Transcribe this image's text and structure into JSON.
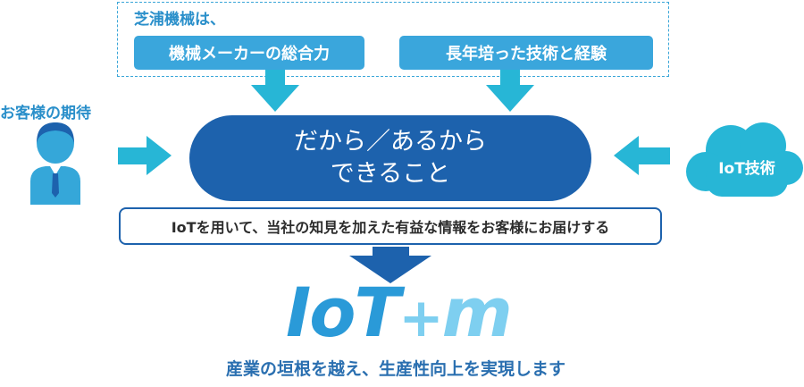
{
  "intro": "芝浦機械は、",
  "pills": [
    "機械メーカーの総合力",
    "長年培った技術と経験"
  ],
  "expectation_label": "お客様の期待",
  "center": {
    "line1": "だから／あるから",
    "line2": "できること"
  },
  "cloud_label": "IoT技術",
  "sentence": "IoTを用いて、当社の知見を加えた有益な情報をお客様にお届けする",
  "logo": {
    "part1": "IoT",
    "part2": "+",
    "part3": "m"
  },
  "tagline": "産業の垣根を越え、生産性向上を実現します",
  "colors": {
    "primary_dark": "#1d62ad",
    "primary_light": "#3aa6dc",
    "arrow": "#27b6d6",
    "logo_light": "#7ecff0"
  }
}
